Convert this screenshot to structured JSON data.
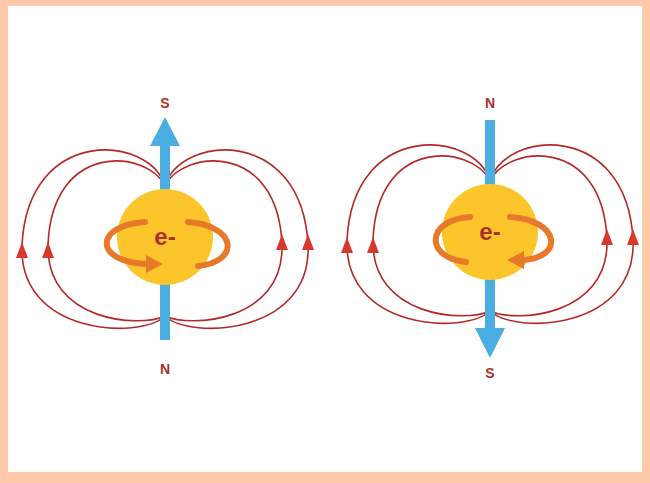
{
  "diagram": {
    "nodes": [
      {
        "text": [
          "e-"
        ]
      },
      {
        "text": [
          "e-"
        ]
      }
    ],
    "labels": [
      "S",
      "N",
      "N",
      "S"
    ]
  }
}
